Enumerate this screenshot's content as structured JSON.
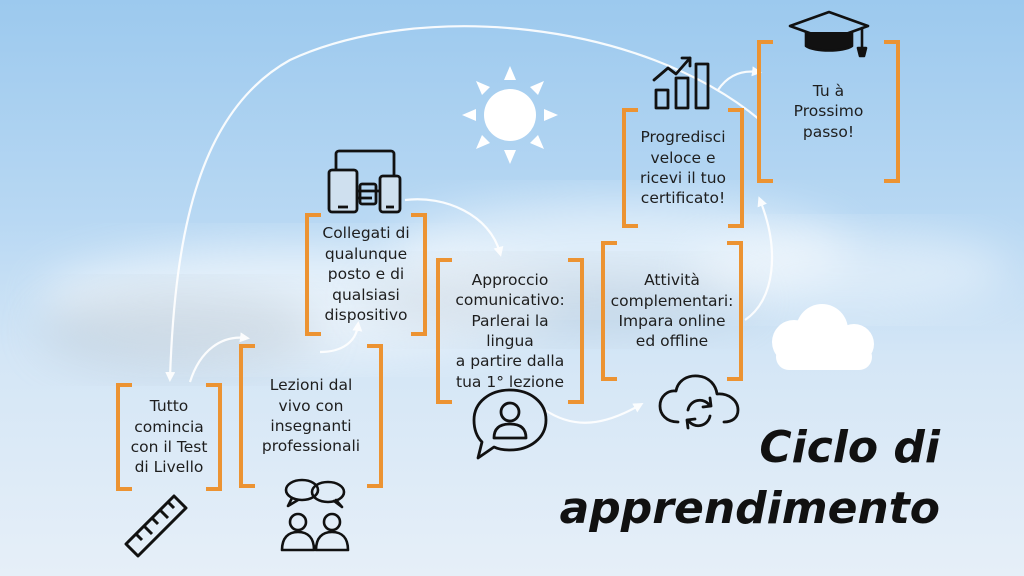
{
  "diagram": {
    "title_line1": "Ciclo di",
    "title_line2": "apprendimento",
    "steps": [
      {
        "text": "Tutto\ncomincia\ncon il Test\ndi Livello",
        "icon": "ruler-icon"
      },
      {
        "text": "Lezioni dal\nvivo con\ninsegnanti\nprofessionali",
        "icon": "people-chat-icon"
      },
      {
        "text": "Collegati di\nqualunque\nposto e di\nqualsiasi\ndispositivo",
        "icon": "devices-icon"
      },
      {
        "text": "Approccio\ncomunicativo:\nParlerai la lingua\na partire dalla\ntua 1° lezione",
        "icon": "speech-person-icon"
      },
      {
        "text": "Attività\ncomplementari:\nImpara online\ned offline",
        "icon": "cloud-sync-icon"
      },
      {
        "text": "Progredisci\nveloce e\nricevi il tuo\ncertificato!",
        "icon": "growth-chart-icon"
      },
      {
        "text": "Tu à\nProssimo\npasso!",
        "icon": "graduation-cap-icon"
      }
    ],
    "decorations": [
      "sun-icon",
      "cloud-icon"
    ],
    "colors": {
      "bracket": "#ec9332",
      "text": "#1e1e1e",
      "arrow": "#ffffff"
    }
  }
}
